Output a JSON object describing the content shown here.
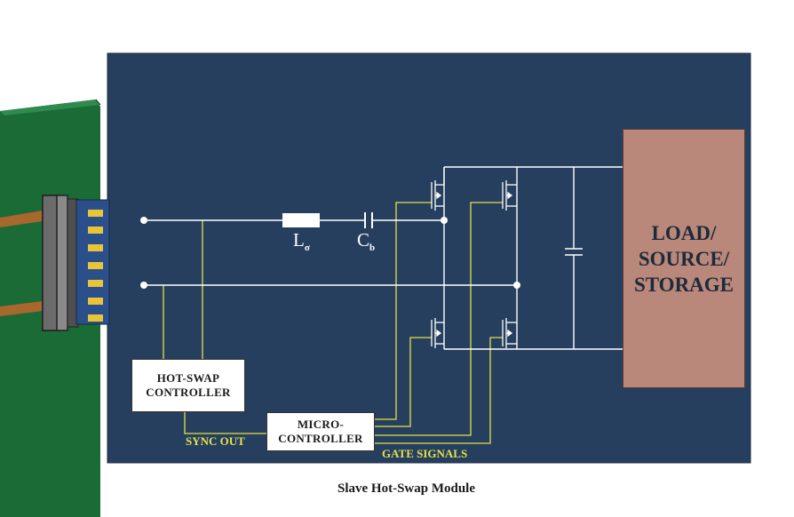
{
  "components": {
    "inductor": {
      "main": "L",
      "sub": "σ"
    },
    "capacitor": {
      "main": "C",
      "sub": "b"
    }
  },
  "boxes": {
    "hot_swap": {
      "line1": "HOT-SWAP",
      "line2": "CONTROLLER"
    },
    "micro": {
      "line1": "MICRO-",
      "line2": "CONTROLLER"
    },
    "load": {
      "line1": "LOAD/",
      "line2": "SOURCE/",
      "line3": "STORAGE"
    }
  },
  "signals": {
    "sync_out": "SYNC OUT",
    "gate_signals": "GATE SIGNALS"
  },
  "caption": "Slave Hot-Swap Module",
  "colors": {
    "module_bg": "#263f5e",
    "backplane": "#1b6b37",
    "signal": "#e3e14a",
    "wire": "#ffffff",
    "load": "#b9887a",
    "traces": "#b56b2f"
  }
}
